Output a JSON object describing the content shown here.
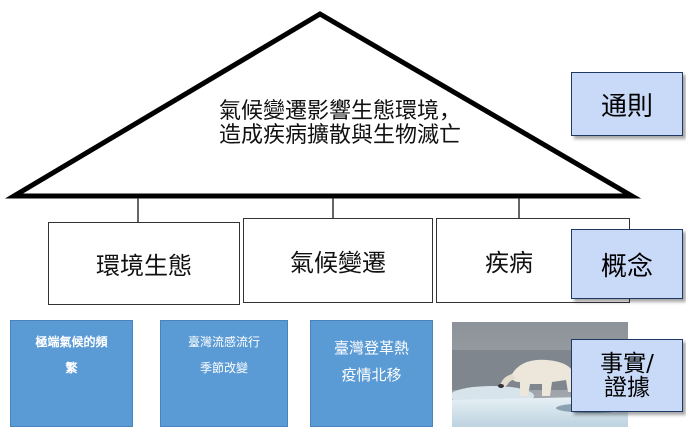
{
  "generalization": {
    "line1": "氣候變遷影響生態環境，",
    "line2": "造成疾病擴散與生物滅亡"
  },
  "concepts": [
    {
      "label": "環境生態"
    },
    {
      "label": "氣候變遷"
    },
    {
      "label": "疾病"
    }
  ],
  "facts": [
    {
      "line1": "極端氣候的頻",
      "line2": "繁"
    },
    {
      "line1": "臺灣流感流行",
      "line2": "季節改變"
    },
    {
      "line1": "臺灣登革熱",
      "line2": "疫情北移"
    }
  ],
  "level_labels": {
    "rule": "通則",
    "concept": "概念",
    "fact_line1": "事實/",
    "fact_line2": "證據"
  },
  "colors": {
    "fact_box": "#5b9bd5",
    "label_box": "#c9daf8",
    "label_border": "#1f3864"
  }
}
